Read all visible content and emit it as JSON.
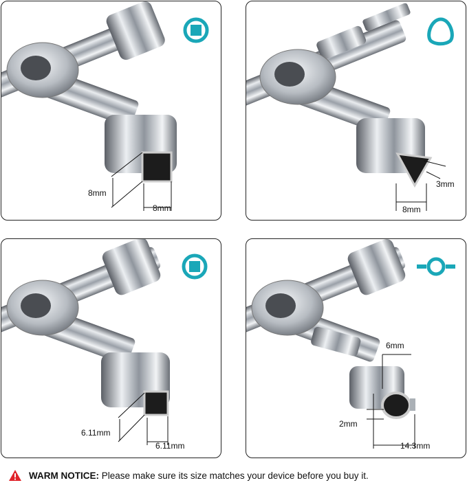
{
  "panels": [
    {
      "shape": "square",
      "dims": [
        "8mm",
        "8mm"
      ]
    },
    {
      "shape": "triangle",
      "dims": [
        "3mm",
        "8mm"
      ]
    },
    {
      "shape": "square",
      "dims": [
        "6.11mm",
        "6.11mm"
      ]
    },
    {
      "shape": "round-with-wings",
      "dims": [
        "6mm",
        "2mm",
        "14.3mm"
      ]
    }
  ],
  "accent_color": "#1aa7b8",
  "notice": {
    "label": "WARM NOTICE:",
    "text": "Please make sure its size matches your device before you buy it.",
    "icon": "warning-icon",
    "icon_color": "#e0242a"
  }
}
